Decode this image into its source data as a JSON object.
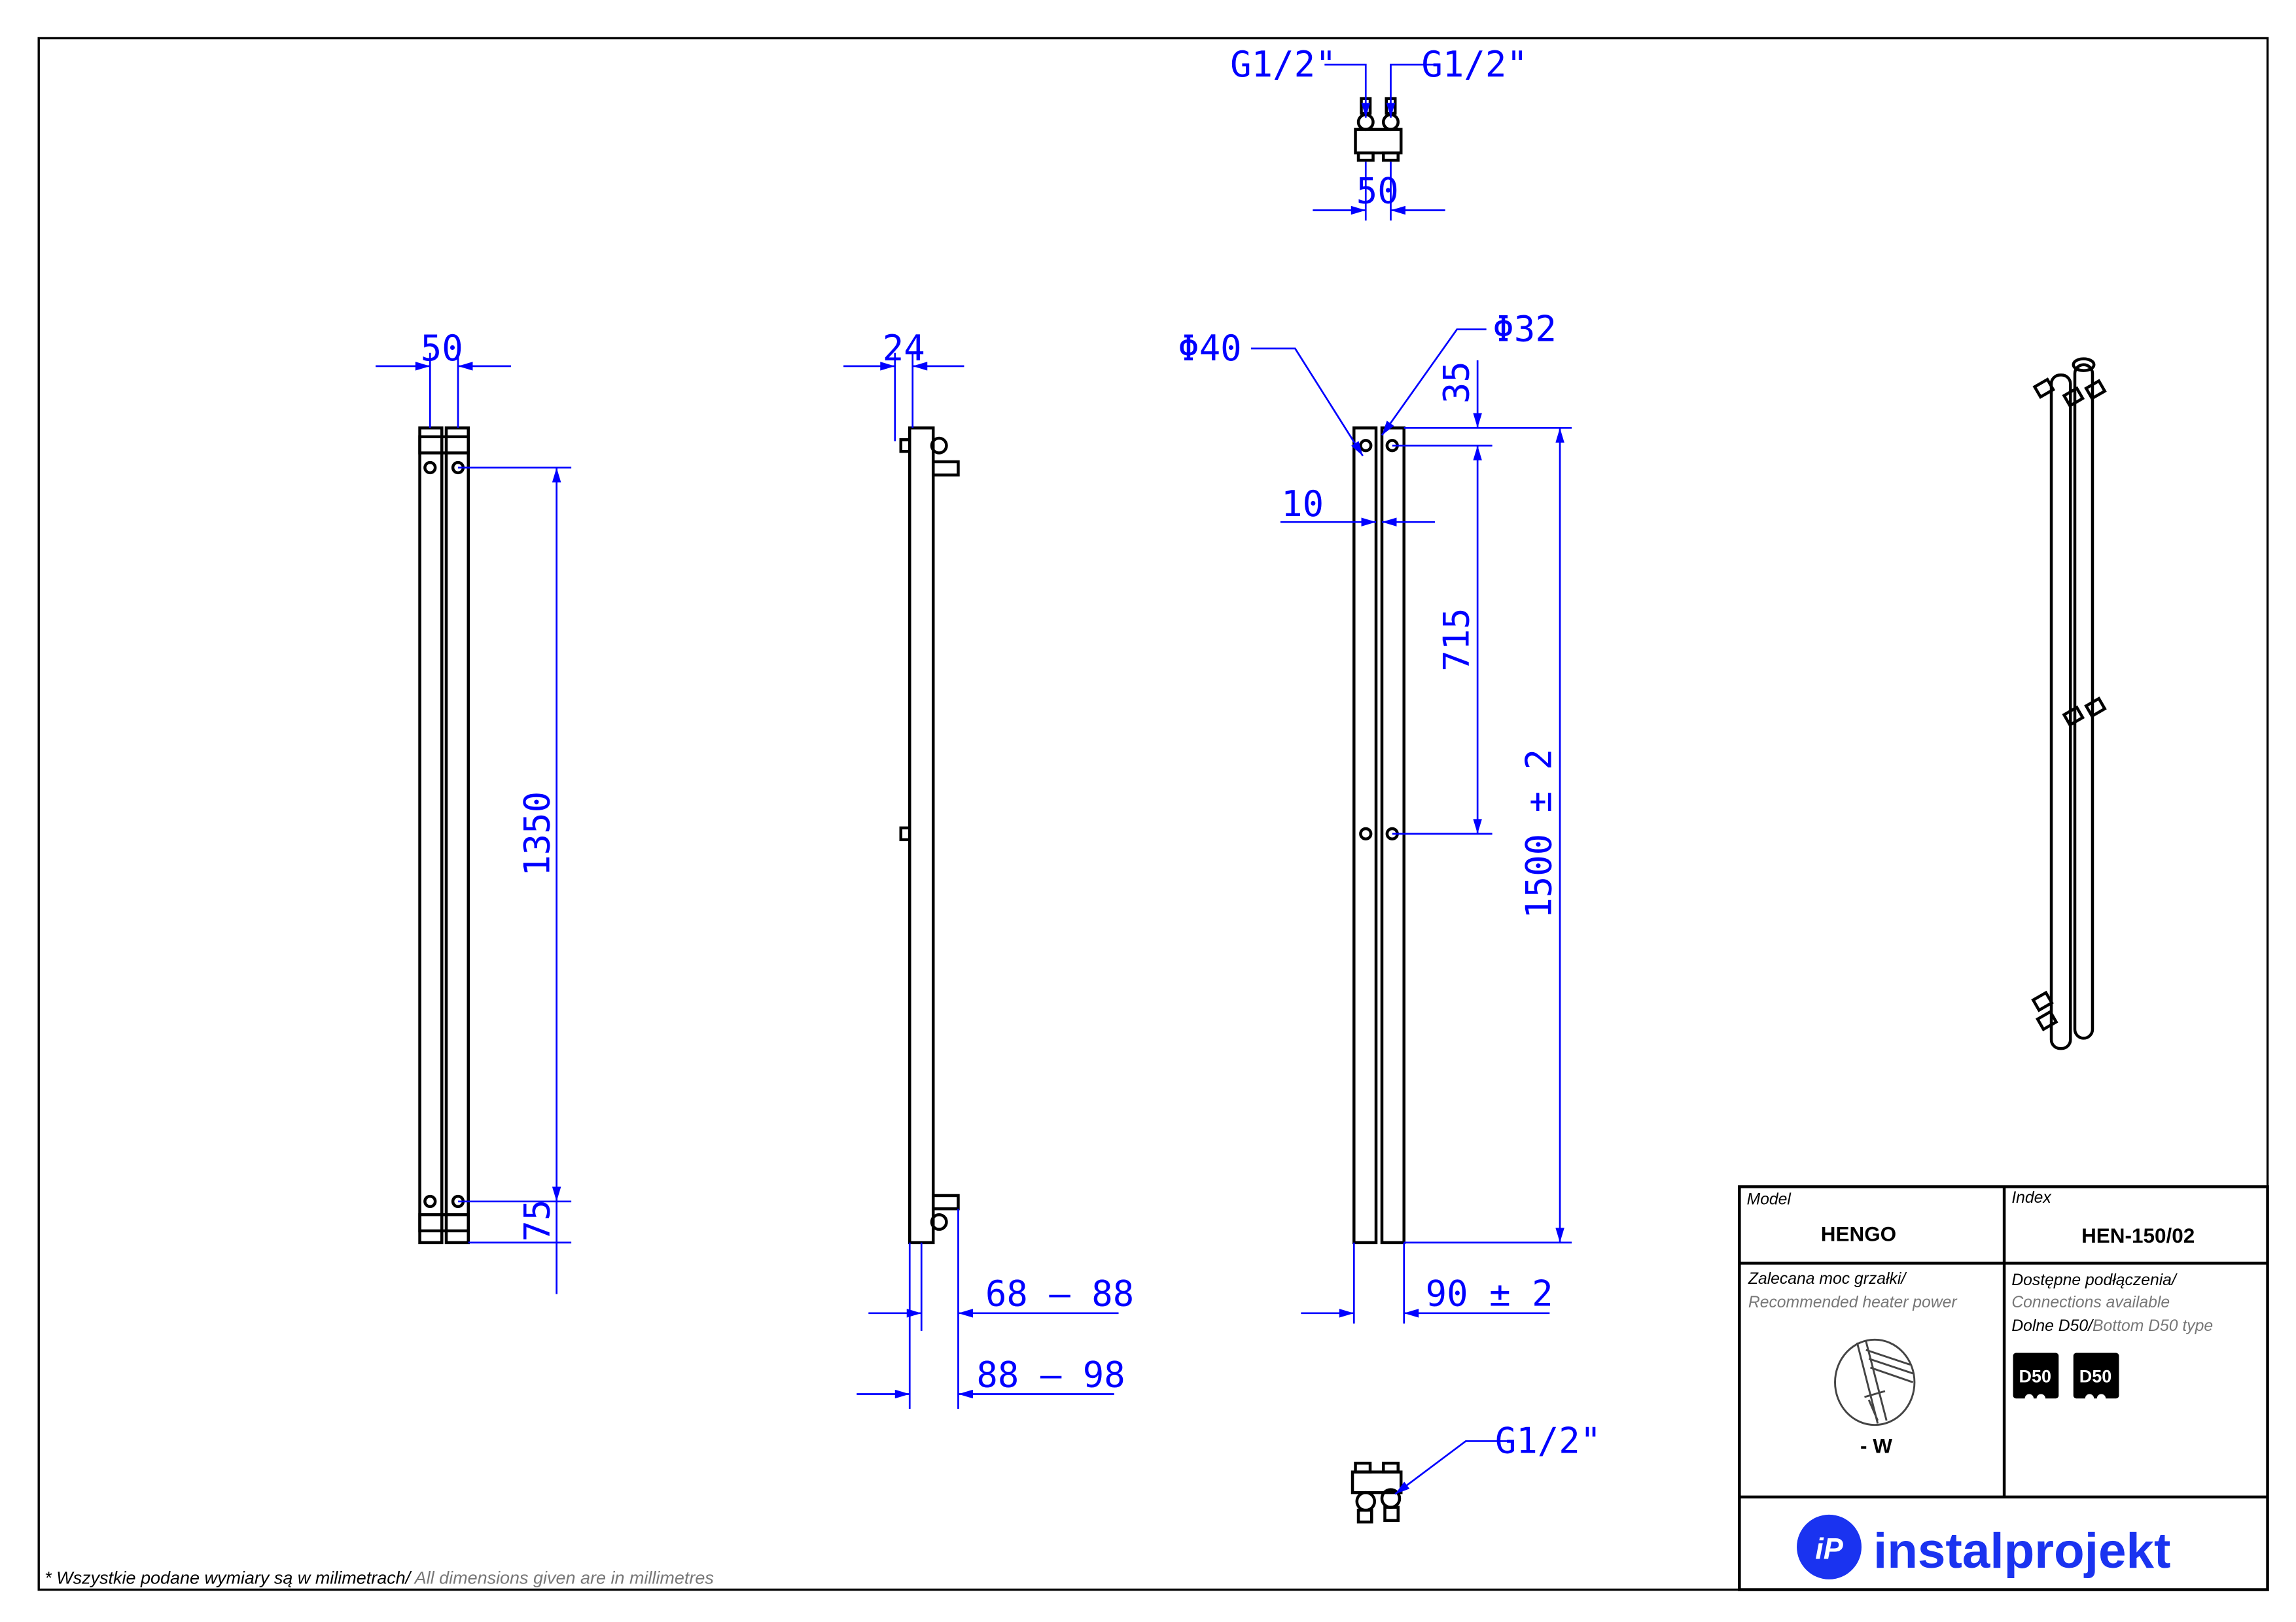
{
  "front_view": {
    "width": "50",
    "height_between_holes": "1350",
    "bottom_offset": "75"
  },
  "side_view": {
    "depth": "24",
    "wall_distance_1": "68 – 88",
    "wall_distance_2": "88 – 98"
  },
  "rear_view": {
    "diameter_outer": "Φ40",
    "diameter_inner": "Φ32",
    "top_offset": "35",
    "gap": "10",
    "spacing": "715",
    "total_height": "1500  ± 2",
    "axis_spacing": "90  ± 2"
  },
  "top_connection": {
    "thread_left": "G1/2\"",
    "thread_right": "G1/2\"",
    "spacing": "50"
  },
  "bottom_connection": {
    "thread": "G1/2\""
  },
  "title_block": {
    "model_label": "Model",
    "model_value": "HENGO",
    "index_label": "Index",
    "index_value": "HEN-150/02",
    "heater_label_pl": "Zalecana moc grzałki/",
    "heater_label_en": "Recommended heater power",
    "heater_value": "- W",
    "connections_label_pl": "Dostępne podłączenia/",
    "connections_label_en": "Connections available",
    "connections_type_pl": "Dolne D50/",
    "connections_type_en": "Bottom D50 type",
    "badges": [
      "D50",
      "D50"
    ],
    "brand": "instalprojekt",
    "brand_color": "#1a33f0"
  },
  "footnote": {
    "pl": "* Wszystkie podane wymiary są w milimetrach/",
    "en": " All dimensions given are in millimetres"
  }
}
